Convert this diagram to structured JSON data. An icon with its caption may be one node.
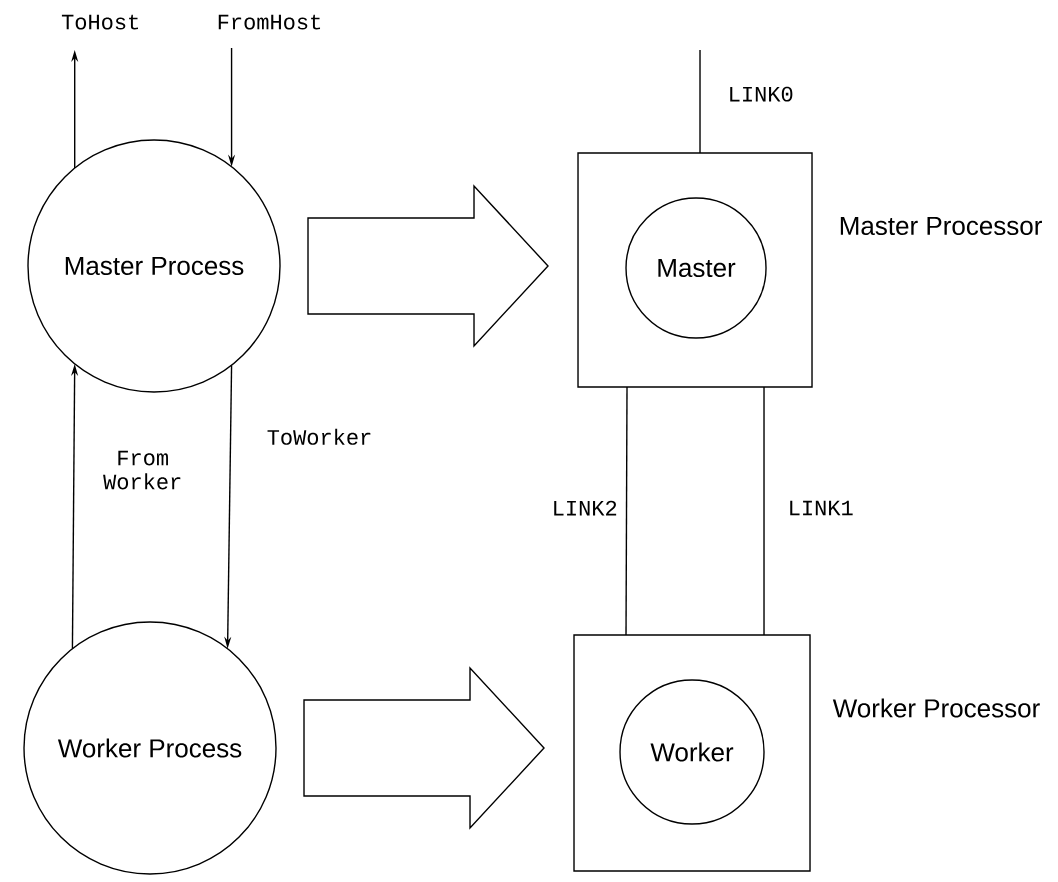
{
  "diagram": {
    "nodes": [
      {
        "text": [
          "Master Process"
        ]
      },
      {
        "text": [
          "Worker Process"
        ]
      },
      {
        "text": [],
        "shape": "box",
        "beside": [
          "Master Processor"
        ]
      },
      {
        "text": [
          "Master"
        ],
        "in": 2
      },
      {
        "text": [],
        "shape": "box",
        "beside": [
          "Worker Processor"
        ]
      },
      {
        "text": [
          "Worker"
        ],
        "in": 4
      }
    ],
    "edges": [
      {
        "from": 0,
        "to": null,
        "arrow": "to",
        "label": "ToHost"
      },
      {
        "from": null,
        "to": 0,
        "arrow": "to",
        "label": "FromHost"
      },
      {
        "from": 1,
        "to": 0,
        "arrow": "to",
        "label": "From Worker"
      },
      {
        "from": 0,
        "to": 1,
        "arrow": "to",
        "label": "ToWorker"
      },
      {
        "from": 0,
        "to": 2,
        "arrow": "to",
        "style": "thick"
      },
      {
        "from": 1,
        "to": 4,
        "arrow": "to",
        "style": "thick"
      },
      {
        "from": 2,
        "to": null,
        "arrow": "none",
        "label": "LINK0"
      },
      {
        "from": 2,
        "to": 4,
        "arrow": "none",
        "label": "LINK2"
      },
      {
        "from": 2,
        "to": 4,
        "arrow": "none",
        "label": "LINK1"
      }
    ]
  }
}
